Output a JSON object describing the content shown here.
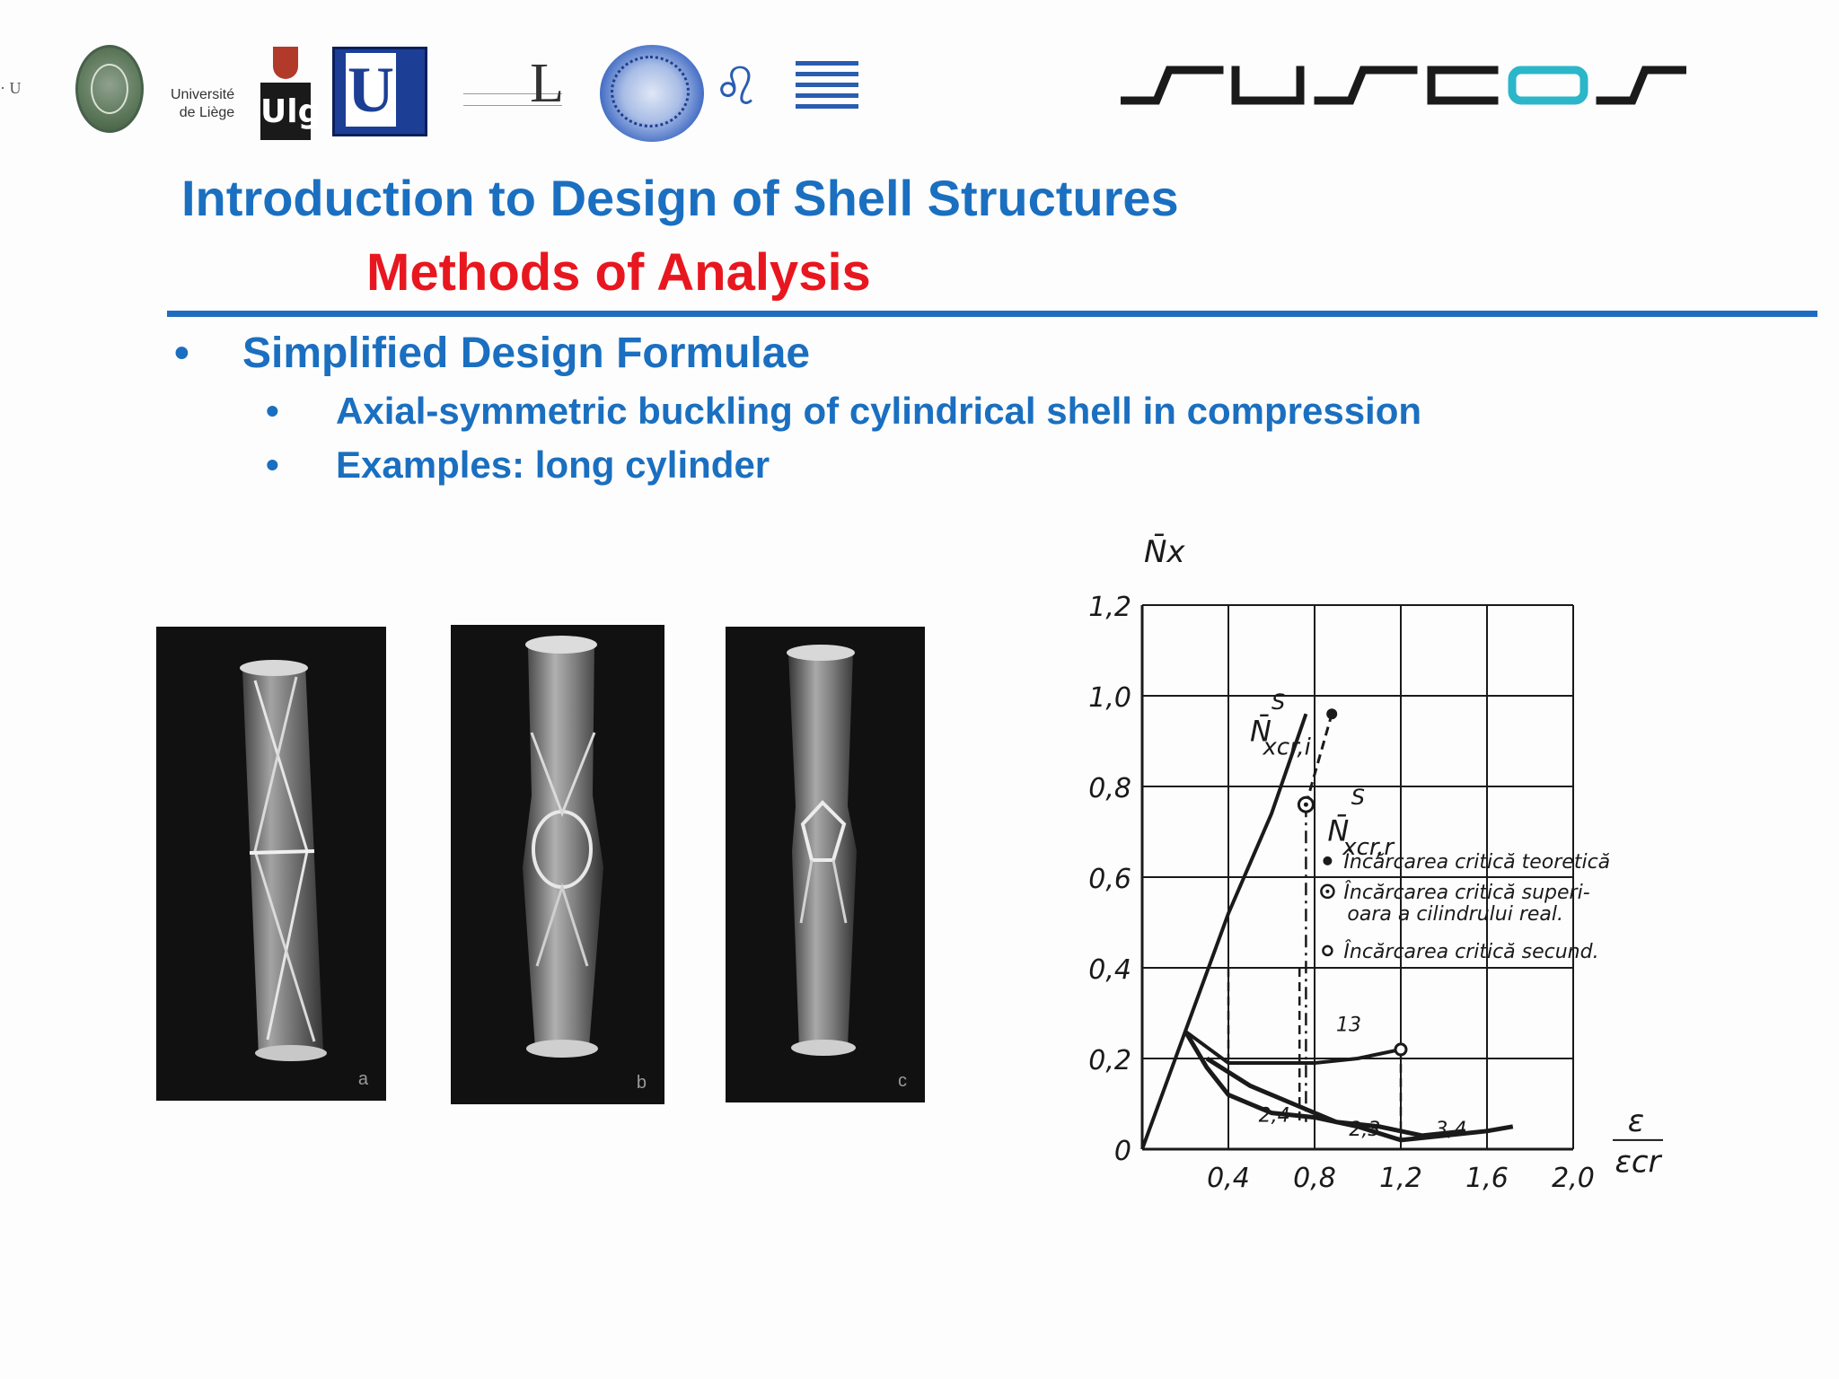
{
  "logos": {
    "left_mark": "· U",
    "ulg_text_line1": "Université",
    "ulg_text_line2": "de Liège",
    "ulg_letters": "Ulg",
    "utb_letter": "U"
  },
  "header": {
    "title": "Introduction to Design of Shell Structures",
    "subtitle": "Methods of Analysis"
  },
  "bullets": {
    "level1": {
      "marker": "•",
      "text": "Simplified Design Formulae"
    },
    "level2": [
      {
        "marker": "•",
        "text": "Axial-symmetric buckling of cylindrical shell in compression"
      },
      {
        "marker": "•",
        "text": "Examples: long cylinder"
      }
    ]
  },
  "photos": [
    {
      "label": "a"
    },
    {
      "label": "b"
    },
    {
      "label": "c"
    }
  ],
  "colors": {
    "title_blue": "#1a6fc0",
    "subtitle_red": "#e8171f",
    "rule_blue": "#1f6dc0",
    "suscos_dark": "#1a1a1a",
    "suscos_accent": "#2bb6c9"
  },
  "chart_data": {
    "type": "line",
    "ylabel": "N̄x",
    "xlabel_num": "ε",
    "xlabel_den": "εcr",
    "xlim": [
      0,
      2.0
    ],
    "ylim": [
      0,
      1.2
    ],
    "x_ticks": [
      "0,4",
      "0,8",
      "1,2",
      "1,6",
      "2,0"
    ],
    "y_ticks": [
      "0",
      "0,2",
      "0,4",
      "0,6",
      "0,8",
      "1,0",
      "1,2"
    ],
    "grid": true,
    "annotations": {
      "ncr_i_base": "N̄",
      "ncr_i_sup": "S",
      "ncr_i_sub": "xcr,i",
      "ncr_r_base": "N̄",
      "ncr_r_sup": "S",
      "ncr_r_sub": "xcr,r",
      "label_13": "13",
      "label_24": "2,4",
      "label_23": "2,3",
      "label_34": "3,4"
    },
    "legend": [
      {
        "marker": "filled-dot",
        "text_line1": "Încărcarea critică teoretică",
        "text_line2": ""
      },
      {
        "marker": "circled-dot",
        "text_line1": "Încărcarea critică superi-",
        "text_line2": "oara a cilindrului real."
      },
      {
        "marker": "small-circle",
        "text_line1": "Încărcarea critică secund.",
        "text_line2": ""
      }
    ],
    "series": [
      {
        "values": [
          [
            0,
            0
          ],
          [
            0.2,
            0.26
          ],
          [
            0.4,
            0.52
          ],
          [
            0.6,
            0.74
          ],
          [
            0.76,
            0.96
          ]
        ]
      },
      {
        "values": [
          [
            0.2,
            0.26
          ],
          [
            0.3,
            0.18
          ],
          [
            0.4,
            0.12
          ],
          [
            0.6,
            0.08
          ],
          [
            0.8,
            0.07
          ],
          [
            1.0,
            0.05
          ],
          [
            1.2,
            0.02
          ],
          [
            1.4,
            0.03
          ],
          [
            1.6,
            0.04
          ],
          [
            1.72,
            0.05
          ]
        ]
      },
      {
        "values": [
          [
            0.2,
            0.26
          ],
          [
            0.4,
            0.19
          ],
          [
            0.8,
            0.19
          ],
          [
            1.0,
            0.2
          ],
          [
            1.2,
            0.22
          ]
        ]
      },
      {
        "values": [
          [
            0.3,
            0.2
          ],
          [
            0.5,
            0.14
          ],
          [
            0.7,
            0.1
          ],
          [
            0.9,
            0.06
          ],
          [
            1.1,
            0.05
          ],
          [
            1.3,
            0.03
          ],
          [
            1.5,
            0.04
          ]
        ]
      }
    ],
    "points": {
      "theoretical": [
        0.88,
        0.96
      ],
      "upper_real": [
        0.76,
        0.76
      ],
      "secondary": [
        1.2,
        0.22
      ]
    }
  }
}
